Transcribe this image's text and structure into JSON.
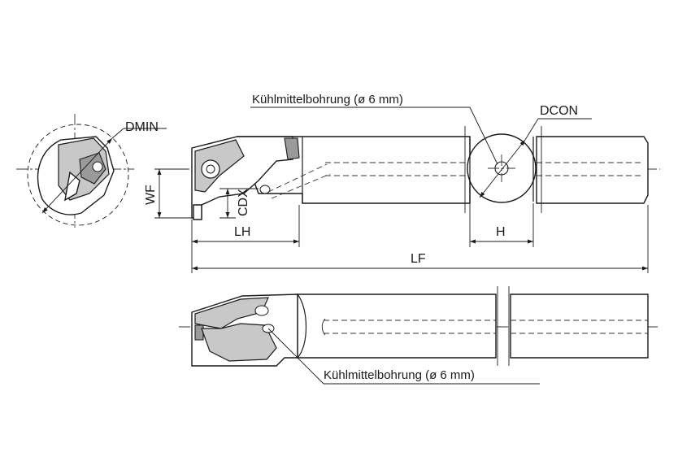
{
  "labels": {
    "dmin": "DMIN",
    "dcon": "DCON",
    "wf": "WF",
    "cdx": "CDX",
    "lh": "LH",
    "h": "H",
    "lf": "LF",
    "coolant_top": "Kühlmittelbohrung (ø 6 mm)",
    "coolant_bottom": "Kühlmittelbohrung (ø 6 mm)"
  }
}
